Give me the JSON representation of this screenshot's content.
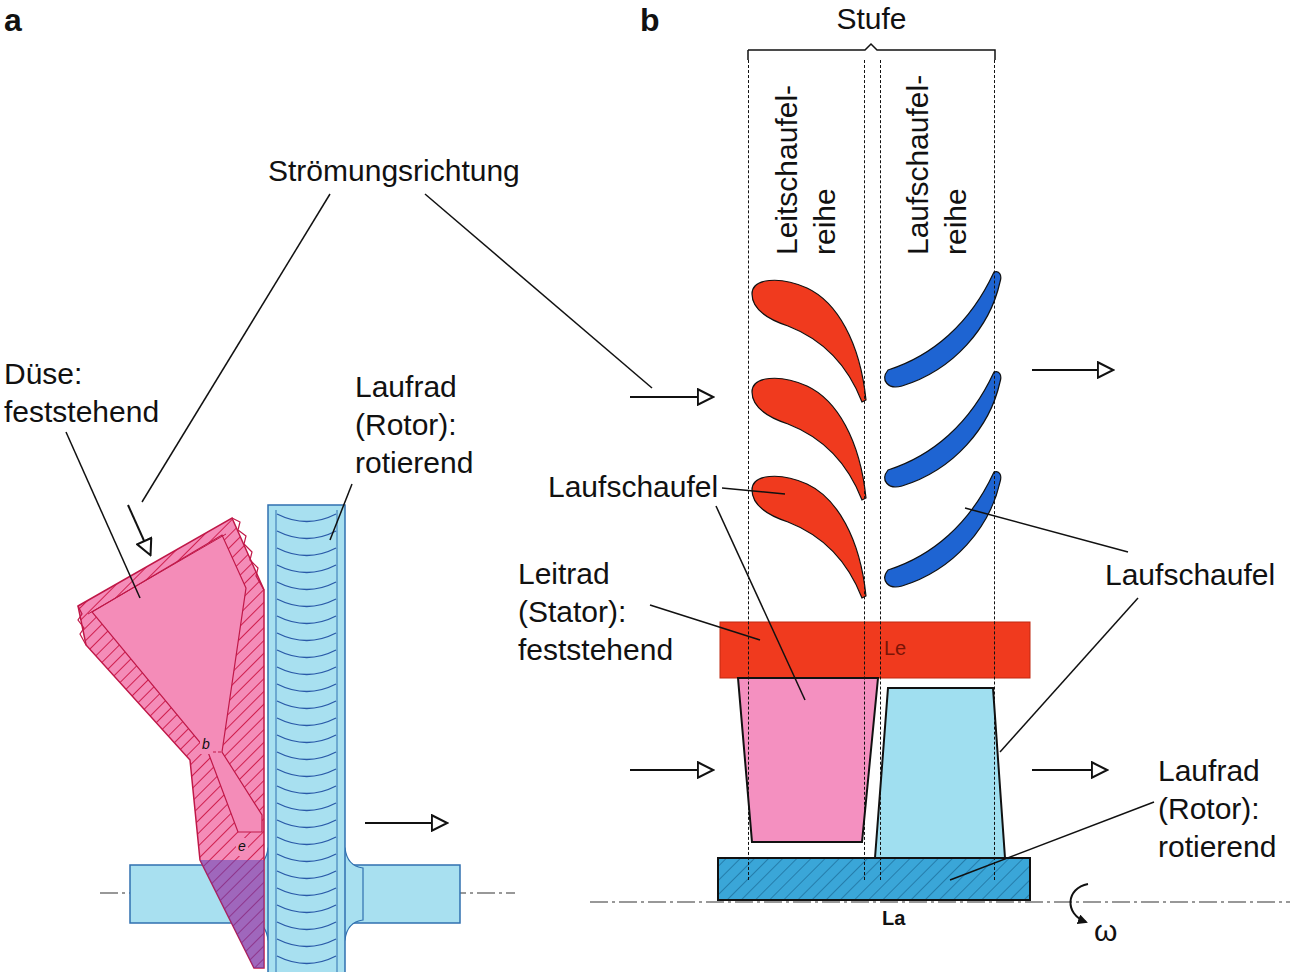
{
  "diagram": {
    "nodes": [
      {
        "text": [
          "Stufe"
        ]
      },
      {
        "text": [
          "Leitschaufel- reihe"
        ],
        "in": 0
      },
      {
        "text": [
          "Laufschaufel- reihe"
        ],
        "in": 0
      }
    ],
    "labels": [
      "a",
      "b",
      "Strömungsrichtung",
      "Düse: feststehend",
      "Laufrad (Rotor): rotierend",
      "Laufschaufel",
      "Leitrad (Stator): feststehend",
      "Laufschaufel",
      "Laufrad (Rotor): rotierend",
      "Le",
      "La",
      "ω",
      "b",
      "e"
    ]
  }
}
